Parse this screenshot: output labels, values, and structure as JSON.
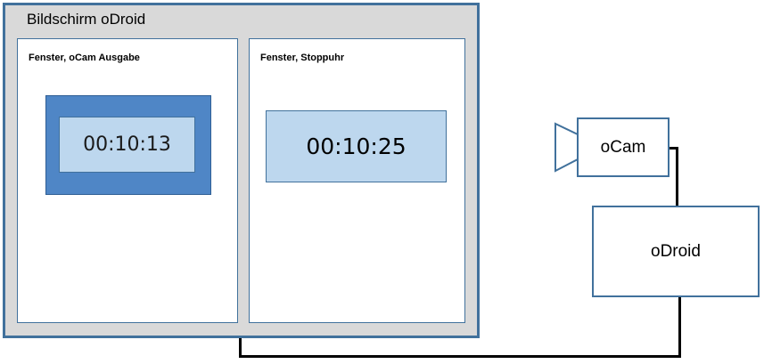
{
  "screen": {
    "title": "Bildschirm oDroid"
  },
  "windows": [
    {
      "title": "Fenster, oCam Ausgabe",
      "time": "00:10:13"
    },
    {
      "title": "Fenster, Stoppuhr",
      "time": "00:10:25"
    }
  ],
  "devices": {
    "camera_label": "oCam",
    "computer_label": "oDroid"
  },
  "colors": {
    "border": "#41719c",
    "screen_fill": "#d9d9d9",
    "frame_fill": "#4f86c6",
    "time_fill": "#bdd7ee"
  },
  "icons": {
    "camera_lens": "camera-lens-icon"
  }
}
